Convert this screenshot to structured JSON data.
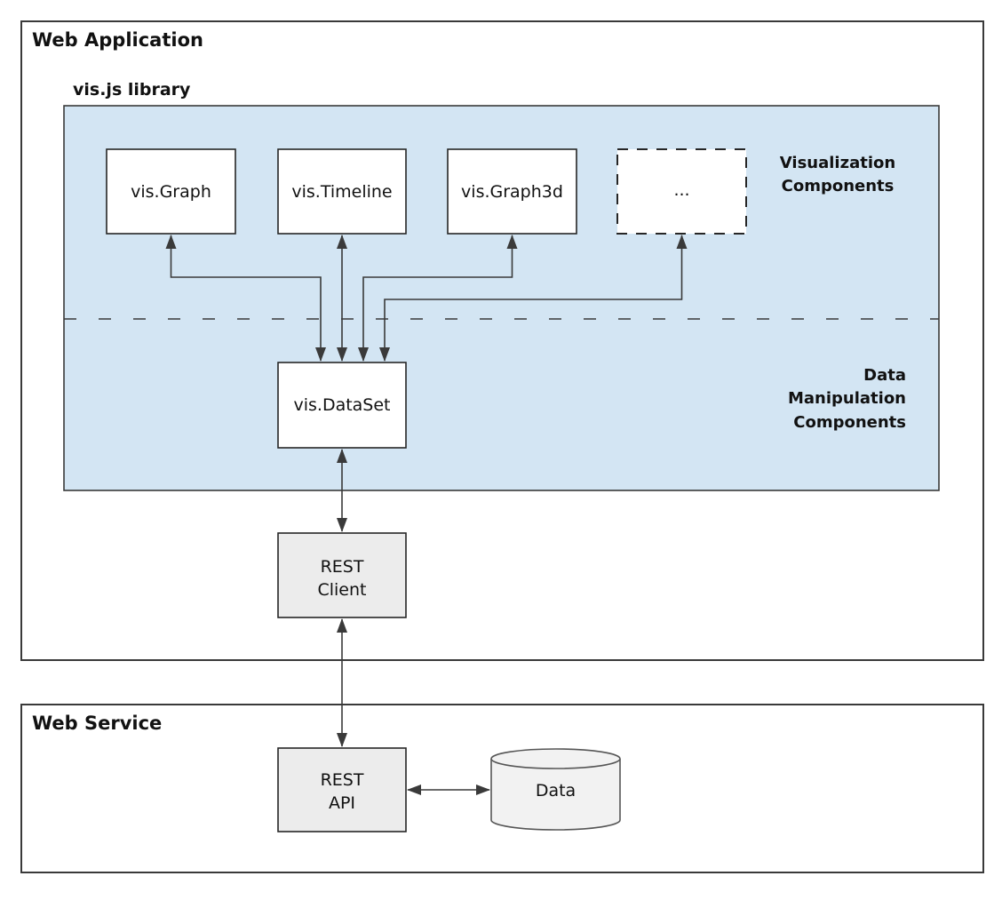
{
  "colors": {
    "library_fill": "#d3e5f3",
    "node_fill": "#ffffff",
    "client_fill": "#ececec",
    "cylinder_fill": "#f2f2f2",
    "line": "#3a3a3a",
    "text": "#111111"
  },
  "web_application": {
    "title": "Web Application",
    "library": {
      "title": "vis.js library",
      "visualization_group": {
        "label_lines": [
          "Visualization",
          "Components"
        ],
        "nodes": [
          {
            "label": "vis.Graph"
          },
          {
            "label": "vis.Timeline"
          },
          {
            "label": "vis.Graph3d"
          },
          {
            "label": "..."
          }
        ]
      },
      "data_group": {
        "label_lines": [
          "Data",
          "Manipulation",
          "Components"
        ],
        "dataset_label": "vis.DataSet"
      }
    },
    "rest_client_lines": [
      "REST",
      "Client"
    ]
  },
  "web_service": {
    "title": "Web Service",
    "rest_api_lines": [
      "REST",
      "API"
    ],
    "data_store_label": "Data"
  }
}
